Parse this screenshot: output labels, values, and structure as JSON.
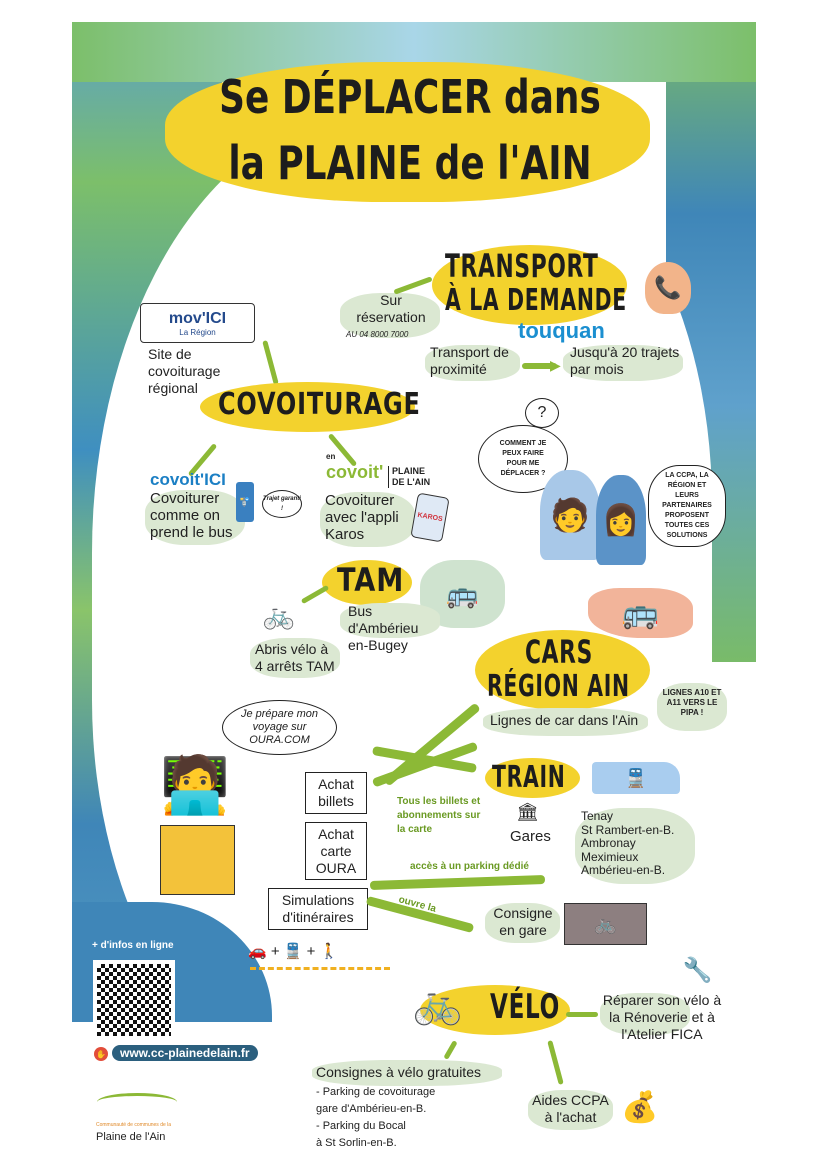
{
  "title": {
    "line1": "Se DÉPLACER dans",
    "line2": "la PLAINE de l'AIN"
  },
  "transport_demande": {
    "title1": "TRANSPORT",
    "title2": "À LA DEMANDE",
    "brand": "touquan",
    "reservation": "Sur réservation",
    "phone": "AU 04 8000 7000",
    "proximite": "Transport de proximité",
    "trajets": "Jusqu'à 20 trajets par mois"
  },
  "covoiturage": {
    "title": "COVOITURAGE",
    "movici_brand": "mov'ICI",
    "movici_sub": "La Région",
    "site": "Site de covoiturage régional",
    "covoitici_brand": "covoit'ICI",
    "covoitici_text": "Covoiturer comme on prend le bus",
    "trajet_bubble": "Trajet garanti !",
    "encovoit_prefix": "en",
    "encovoit_brand": "covoit'",
    "encovoit_brand2": "PLAINE DE L'AIN",
    "karos_text": "Covoiturer avec l'appli Karos",
    "karos_brand": "KAROS"
  },
  "characters": {
    "question": "?",
    "man_speech": "Comment je peux faire pour me déplacer ?",
    "woman_speech": "La CCPA, la Région et leurs partenaires proposent toutes ces solutions"
  },
  "tam": {
    "title": "TAM",
    "bus": "Bus d'Ambérieu en-Bugey",
    "abris": "Abris vélo à 4 arrêts TAM"
  },
  "cars": {
    "title1": "CARS",
    "title2": "RÉGION AIN",
    "lignes": "Lignes de car dans l'Ain",
    "note": "Lignes A10 et A11 vers le PIPA !"
  },
  "oura": {
    "speech": "Je prépare mon voyage sur OURA.COM",
    "achat_billets": "Achat billets",
    "achat_carte": "Achat carte OURA",
    "simulations": "Simulations d'itinéraires",
    "tous_billets": "Tous les billets et abonnements sur la carte",
    "parking": "accès à un parking dédié",
    "ouvre": "ouvre la"
  },
  "train": {
    "title": "TRAIN",
    "gares_label": "Gares",
    "gares": [
      "Tenay",
      "St Rambert-en-B.",
      "Ambronay",
      "Meximieux",
      "Ambérieu-en-B."
    ],
    "consigne": "Consigne en gare"
  },
  "velo": {
    "title": "VÉLO",
    "reparer": "Réparer son vélo à la Rénoverie et à l'Atelier FICA",
    "consignes_title": "Consignes à vélo gratuites",
    "consignes_items": [
      "- Parking de covoiturage",
      "gare d'Ambérieu-en-B.",
      "- Parking du Bocal",
      "à St Sorlin-en-B."
    ],
    "aides": "Aides CCPA à l'achat"
  },
  "footer": {
    "infos": "+ d'infos en ligne",
    "url": "www.cc-plainedelain.fr",
    "logo_small": "Communauté de communes de la",
    "logo_name": "Plaine de l'Ain"
  },
  "colors": {
    "yellow": "#f3d22d",
    "green": "#8cb936",
    "bubble": "#dbe8d2",
    "blue": "#3f86b8"
  }
}
